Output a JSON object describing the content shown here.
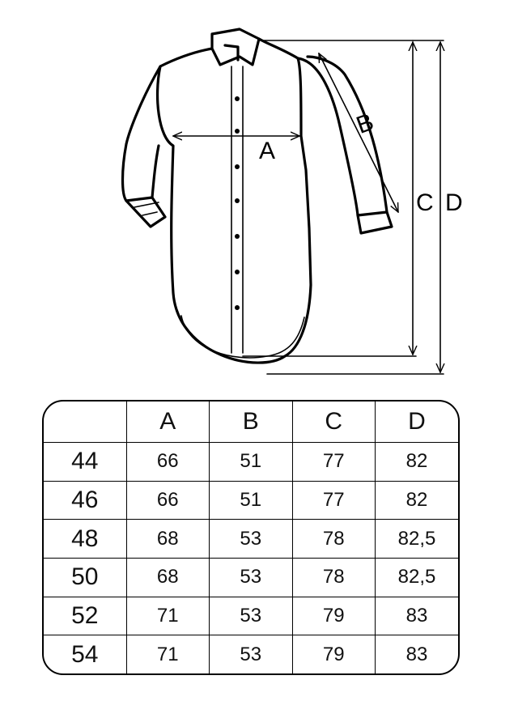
{
  "diagram": {
    "labels": {
      "a": "A",
      "b": "B",
      "c": "C",
      "d": "D"
    }
  },
  "table": {
    "headers": [
      "",
      "A",
      "B",
      "C",
      "D"
    ],
    "rows": [
      {
        "size": "44",
        "a": "66",
        "b": "51",
        "c": "77",
        "d": "82"
      },
      {
        "size": "46",
        "a": "66",
        "b": "51",
        "c": "77",
        "d": "82"
      },
      {
        "size": "48",
        "a": "68",
        "b": "53",
        "c": "78",
        "d": "82,5"
      },
      {
        "size": "50",
        "a": "68",
        "b": "53",
        "c": "78",
        "d": "82,5"
      },
      {
        "size": "52",
        "a": "71",
        "b": "53",
        "c": "79",
        "d": "83"
      },
      {
        "size": "54",
        "a": "71",
        "b": "53",
        "c": "79",
        "d": "83"
      }
    ]
  }
}
